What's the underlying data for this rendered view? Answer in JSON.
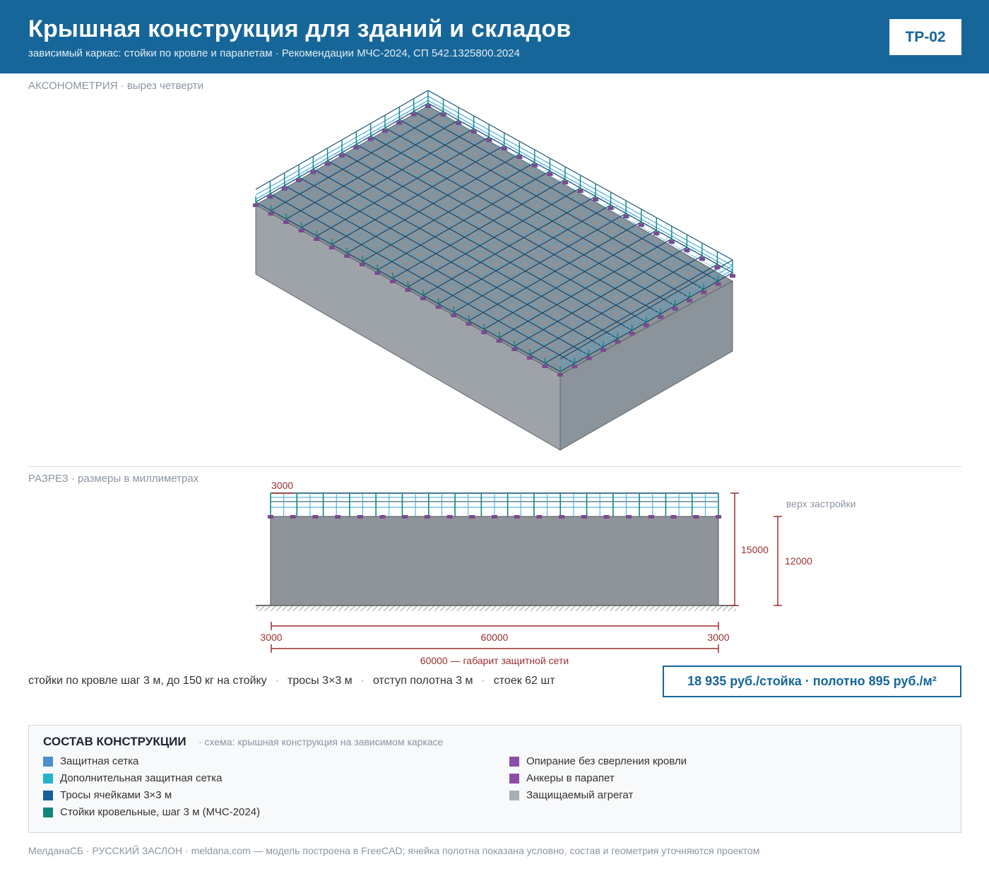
{
  "header": {
    "title": "Крышная конструкция для зданий и складов",
    "subtitle": "зависимый каркас: стойки по кровле и парапетам · Рекомендации МЧС-2024, СП 542.1325800.2024",
    "code": "ТР-02"
  },
  "axonometry": {
    "label": "АКСОНОМЕТРИЯ",
    "note": "· вырез четверти"
  },
  "section": {
    "label": "РАЗРЕЗ",
    "note": "· размеры в миллиметрах",
    "dim_offset_top": "3000",
    "dim_height_total": "15000",
    "dim_height_building": "12000",
    "top_note": "верх застройки",
    "dim_left": "3000",
    "dim_mid": "60000",
    "dim_right": "3000",
    "dim_total": "60000 — габарит защитной сети"
  },
  "params": {
    "items": [
      "стойки по кровле шаг 3 м, до 150 кг на стойку",
      "тросы 3×3 м",
      "отступ полотна 3 м",
      "стоек 62 шт"
    ],
    "separator": "·"
  },
  "price": "18 935 руб./стойка · полотно 895 руб./м²",
  "legend": {
    "title": "СОСТАВ КОНСТРУКЦИИ",
    "subtitle": "· схема: крышная конструкция на зависимом каркасе",
    "items": [
      {
        "label": "Защитная сетка",
        "color": "#4a90cf"
      },
      {
        "label": "Дополнительная защитная сетка",
        "color": "#26b1c9"
      },
      {
        "label": "Тросы ячейками 3×3 м",
        "color": "#155f9c"
      },
      {
        "label": "Стойки кровельные, шаг 3 м (МЧС-2024)",
        "color": "#12857a"
      },
      {
        "label": "Опирание без сверления кровли",
        "color": "#8a4ea6"
      },
      {
        "label": "Анкеры в парапет",
        "color": "#8a4ea6"
      },
      {
        "label": "Защищаемый агрегат",
        "color": "#a9afb6"
      }
    ]
  },
  "footer": "МелданаСБ · РУССКИЙ ЗАСЛОН · meldana.com — модель построена в FreeCAD; ячейка полотна показана условно, состав и геометрия уточняются проектом",
  "colors": {
    "brand": "#176699",
    "dimension": "#9b2f2f",
    "building": "#8f949b",
    "cable": "#0f4a6e",
    "net": "#3aa5dc",
    "post": "#12857a",
    "support": "#7b4a8f"
  }
}
